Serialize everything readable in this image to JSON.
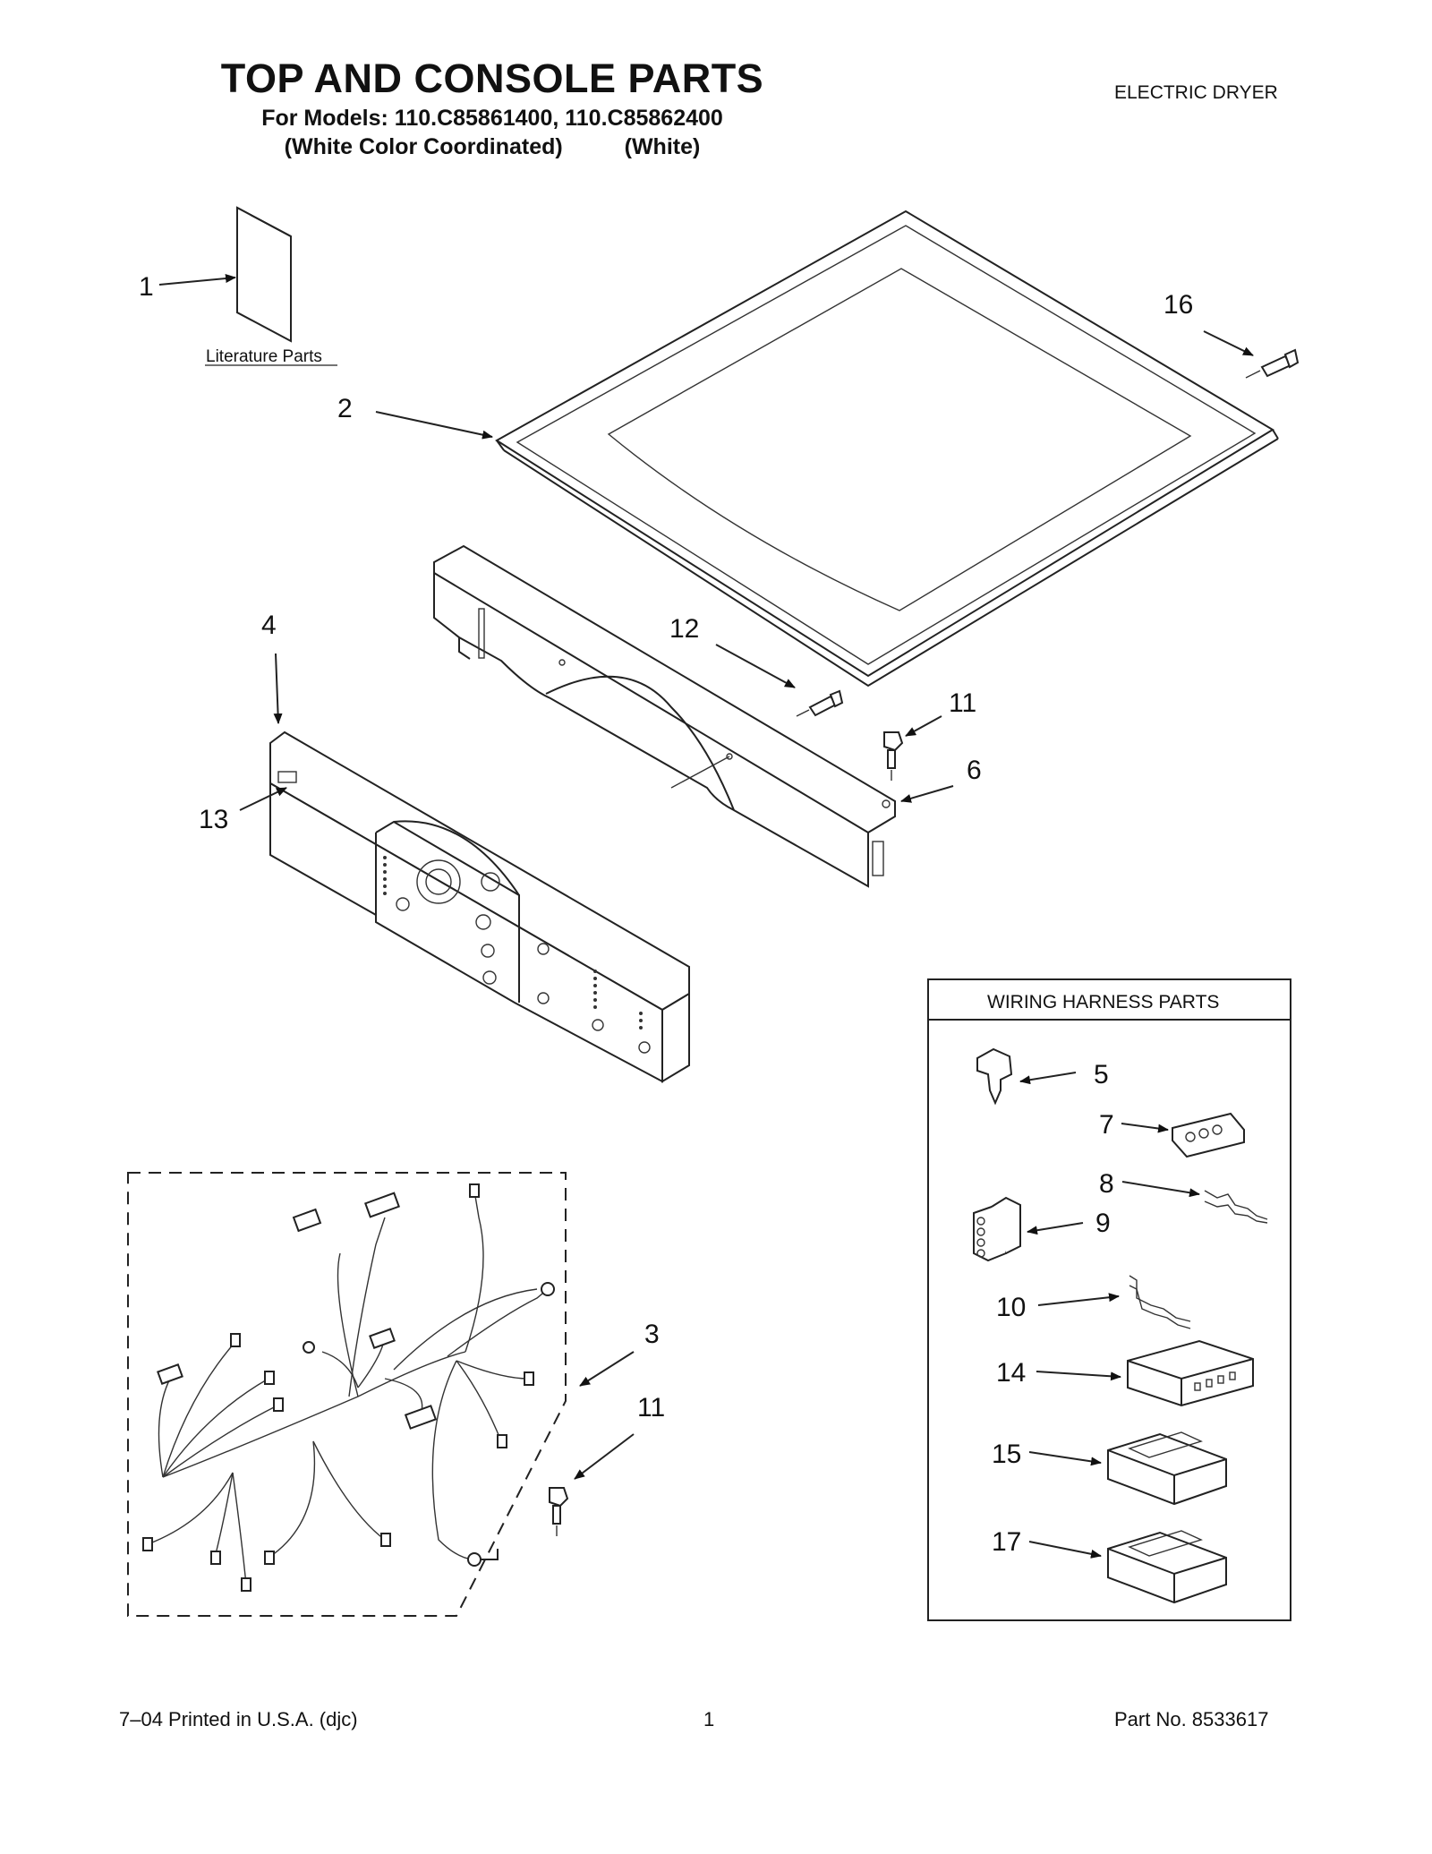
{
  "header": {
    "title": "TOP AND CONSOLE PARTS",
    "models_line": "For Models: 110.C85861400, 110.C85862400",
    "color_left": "(White Color Coordinated)",
    "color_right": "(White)",
    "category": "ELECTRIC DRYER"
  },
  "diagram": {
    "literature_label": "Literature Parts",
    "harness_box_title": "WIRING HARNESS PARTS",
    "callouts": {
      "c1": "1",
      "c2": "2",
      "c3": "3",
      "c4": "4",
      "c6": "6",
      "c11a": "11",
      "c11b": "11",
      "c12": "12",
      "c13": "13",
      "c16": "16",
      "c5": "5",
      "c7": "7",
      "c8": "8",
      "c9": "9",
      "c10": "10",
      "c14": "14",
      "c15": "15",
      "c17": "17"
    }
  },
  "footer": {
    "print_info": "7–04 Printed in U.S.A. (djc)",
    "page_number": "1",
    "part_number": "Part No. 8533617"
  }
}
